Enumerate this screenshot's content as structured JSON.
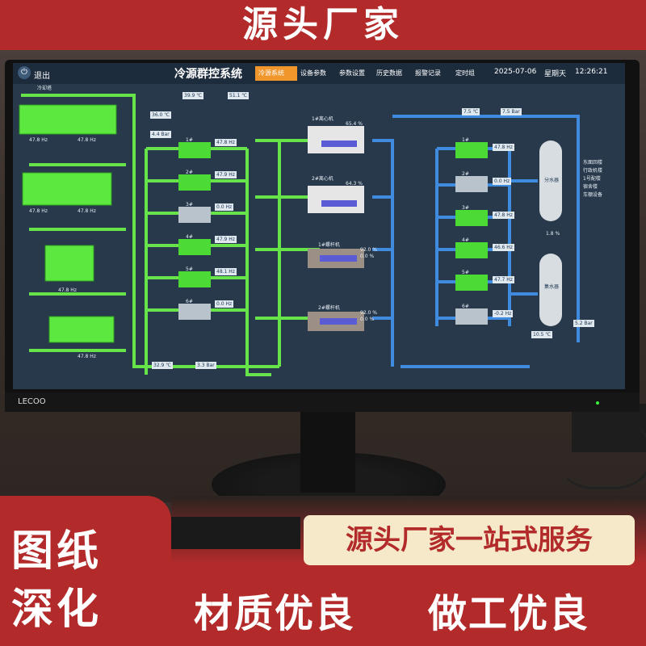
{
  "banner": {
    "title": "源头厂家"
  },
  "monitor": {
    "brand": "LECOO"
  },
  "scada": {
    "exit_label": "退出",
    "title": "冷源群控系统",
    "nav": [
      "冷源系统",
      "设备参数",
      "参数设置",
      "历史数据",
      "报警记录",
      "定时组"
    ],
    "active_nav": 0,
    "date": "2025-07-06",
    "weekday": "星期天",
    "time": "12:26:21",
    "section_label": "冷却塔",
    "readings": {
      "supply_temp": "39.9 ℃",
      "return_temp": "51.1 ℃",
      "cw_temp_1": "36.0 ℃",
      "cw_press_1": "4.4 Bar",
      "cw_temp_2": "32.9 ℃",
      "cw_press_2": "3.3 Bar",
      "chw_temp": "7.5 ℃",
      "chw_press": "7.5 Bar",
      "chw_ret_temp": "10.5 ℃",
      "chw_ret_press": "5.2 Bar",
      "bypass": "1.8 %"
    },
    "tower_hz": [
      "47.8 Hz",
      "47.8 Hz",
      "47.8 Hz",
      "47.8 Hz",
      "47.8 Hz",
      "47.8 Hz"
    ],
    "cw_pumps": [
      {
        "id": "1#",
        "hz": "47.8 Hz"
      },
      {
        "id": "2#",
        "hz": "47.9 Hz"
      },
      {
        "id": "3#",
        "hz": "0.0 Hz"
      },
      {
        "id": "4#",
        "hz": "47.9 Hz"
      },
      {
        "id": "5#",
        "hz": "48.1 Hz"
      },
      {
        "id": "6#",
        "hz": "0.0 Hz"
      }
    ],
    "chillers": [
      {
        "name": "1#离心机",
        "load": "65.4 %"
      },
      {
        "name": "2#离心机",
        "load": "64.3 %"
      },
      {
        "name": "1#螺杆机",
        "load": "92.0 %",
        "load2": "0.0 %"
      },
      {
        "name": "2#螺杆机",
        "load": "92.0 %",
        "load2": "0.0 %"
      }
    ],
    "chw_pumps": [
      {
        "id": "1#",
        "hz": "47.8 Hz"
      },
      {
        "id": "2#",
        "hz": "0.0 Hz"
      },
      {
        "id": "3#",
        "hz": "47.8 Hz"
      },
      {
        "id": "4#",
        "hz": "46.6 Hz"
      },
      {
        "id": "5#",
        "hz": "47.7 Hz"
      },
      {
        "id": "6#",
        "hz": "-0.2 Hz"
      }
    ],
    "headers": {
      "supply": "分水器",
      "return": "集水器"
    },
    "branches": [
      "东面回楼",
      "行政机楼",
      "1号配楼",
      "宿舍楼",
      "车棚设备"
    ]
  },
  "promo": {
    "left_line1": "图纸",
    "left_line2": "深化",
    "pill": "源头厂家一站式服务",
    "slogan_1": "材质优良",
    "slogan_2": "做工优良"
  },
  "colors": {
    "brand_red": "#b22a2a",
    "pipe_green": "#66e44a",
    "pipe_blue": "#3f8be0",
    "screen_bg": "#27394b",
    "nav_active": "#f0962a"
  }
}
